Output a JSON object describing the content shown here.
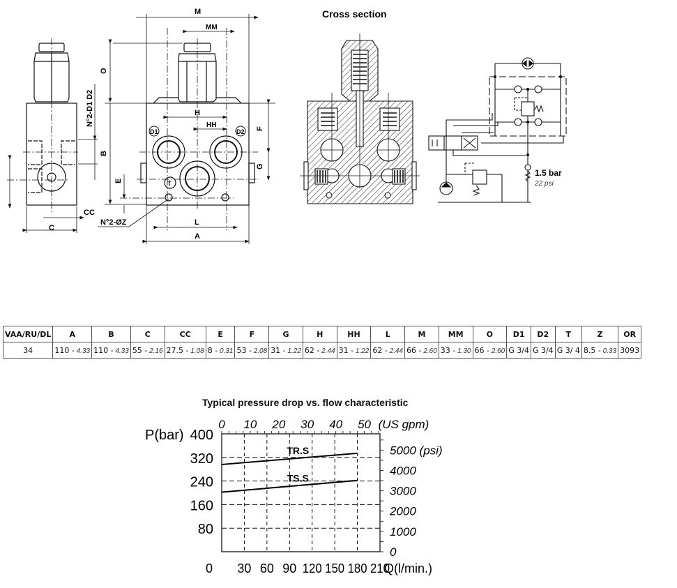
{
  "drawing": {
    "cross_section_title": "Cross section",
    "dim_labels": {
      "M": "M",
      "MM": "MM",
      "O": "O",
      "B": "B",
      "H": "H",
      "HH": "HH",
      "F": "F",
      "G": "G",
      "E": "E",
      "L": "L",
      "A": "A",
      "C": "C",
      "CC": "CC",
      "ports_note": "N°2-D1 D2",
      "holes_note": "N°2-ØZ"
    },
    "port_labels": {
      "D1": "D1",
      "D2": "D2",
      "T": "T"
    },
    "schematic": {
      "pressure_label": "1.5 bar",
      "pressure_psi_label": "22 psi"
    }
  },
  "dimension_table": {
    "headers": [
      "VAA/RU/DL",
      "A",
      "B",
      "C",
      "CC",
      "E",
      "F",
      "G",
      "H",
      "HH",
      "L",
      "M",
      "MM",
      "O",
      "D1",
      "D2",
      "T",
      "Z",
      "OR"
    ],
    "row": [
      {
        "mm": "34",
        "in": ""
      },
      {
        "mm": "110 -",
        "in": "4.33"
      },
      {
        "mm": "110 -",
        "in": "4.33"
      },
      {
        "mm": "55 -",
        "in": "2.16"
      },
      {
        "mm": "27.5 -",
        "in": "1.08"
      },
      {
        "mm": "8 -",
        "in": "0.31"
      },
      {
        "mm": "53 -",
        "in": "2.08"
      },
      {
        "mm": "31 -",
        "in": "1.22"
      },
      {
        "mm": "62 -",
        "in": "2.44"
      },
      {
        "mm": "31 -",
        "in": "1.22"
      },
      {
        "mm": "62 -",
        "in": "2.44"
      },
      {
        "mm": "66 -",
        "in": "2.60"
      },
      {
        "mm": "33 -",
        "in": "1.30"
      },
      {
        "mm": "66 -",
        "in": "2.60"
      },
      {
        "mm": "G 3/4",
        "in": ""
      },
      {
        "mm": "G 3/4",
        "in": ""
      },
      {
        "mm": "G 3/ 4",
        "in": ""
      },
      {
        "mm": "8.5 -",
        "in": "0.33"
      },
      {
        "mm": "3093",
        "in": ""
      }
    ]
  },
  "chart_data": {
    "type": "line",
    "title": "Typical pressure drop vs. flow characteristic",
    "xlabel": "Q(l/min.)",
    "ylabel": "P(bar)",
    "xlim": [
      0,
      210
    ],
    "ylim": [
      0,
      400
    ],
    "x_ticks": [
      0,
      30,
      60,
      90,
      120,
      150,
      180,
      210
    ],
    "y_ticks": [
      80,
      160,
      240,
      320,
      400
    ],
    "x_tick_labels": [
      "0",
      "30",
      "60",
      "90",
      "120",
      "150",
      "180",
      "210"
    ],
    "y_tick_labels": [
      "80",
      "160",
      "240",
      "320",
      "400"
    ],
    "secondary_x": {
      "label": "(US gpm)",
      "ticks": [
        0,
        10,
        20,
        30,
        40,
        50
      ],
      "tick_labels": [
        "0",
        "10",
        "20",
        "30",
        "40",
        "50"
      ]
    },
    "secondary_y": {
      "label": "(psi)",
      "ticks": [
        0,
        1000,
        2000,
        3000,
        4000,
        5000
      ],
      "tick_labels": [
        "0",
        "1000",
        "2000",
        "3000",
        "4000",
        "5000 (psi)"
      ]
    },
    "grid": true,
    "series": [
      {
        "name": "TR.S",
        "x": [
          0,
          180
        ],
        "y": [
          296,
          334
        ]
      },
      {
        "name": "TS.S",
        "x": [
          0,
          180
        ],
        "y": [
          202,
          242
        ]
      }
    ]
  }
}
